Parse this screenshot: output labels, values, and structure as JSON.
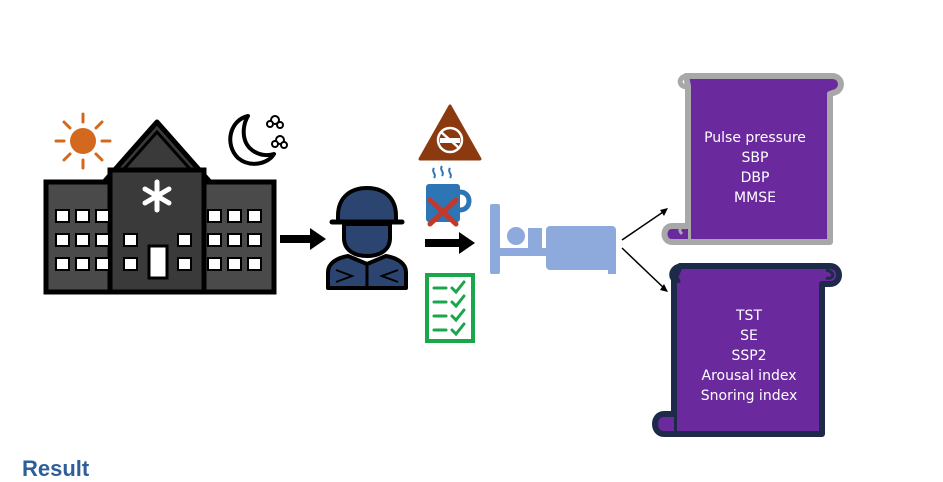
{
  "scroll_top": {
    "lines": [
      "Pulse pressure",
      "SBP",
      "DBP",
      "MMSE"
    ]
  },
  "scroll_bottom": {
    "lines": [
      "TST",
      "SE",
      "SSP2",
      "Arousal index",
      "Snoring index"
    ]
  },
  "footer": {
    "heading": "Result"
  },
  "icons": {
    "sun": "sun-icon",
    "moon": "moon-stars-icon",
    "hospital": "hospital-building-icon",
    "soldier": "soldier-icon",
    "no_smoking": "no-smoking-icon",
    "no_coffee": "no-coffee-icon",
    "checklist": "checklist-icon",
    "bed": "bed-icon"
  },
  "colors": {
    "scroll_fill": "#6a2a9e",
    "scroll_border_top": "#a8a8a8",
    "scroll_border_bottom": "#1e2a4a",
    "sun": "#d2691e",
    "soldier": "#2c4470",
    "warning": "#8b3a0f",
    "checklist": "#1aa64a",
    "bed": "#8ea9db",
    "heading": "#2e5f9a"
  }
}
